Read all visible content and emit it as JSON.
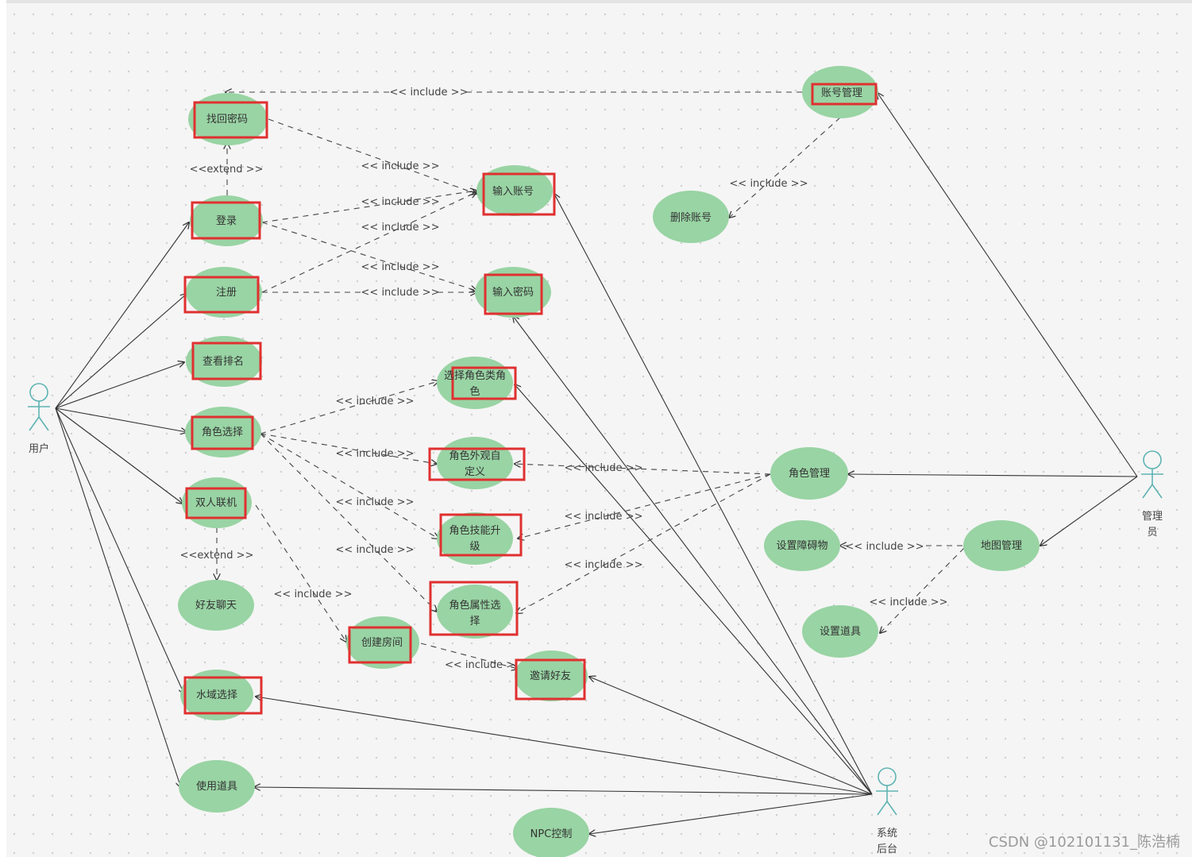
{
  "colors": {
    "usecase_fill": "#99d4a4",
    "highlight_stroke": "#e03030",
    "line": "#333333",
    "actor": "#5fb3b3"
  },
  "actors": {
    "user": "用户",
    "admin": [
      "管理",
      "员"
    ],
    "system": [
      "系统",
      "后台"
    ]
  },
  "usecases": {
    "find_pw": "找回密码",
    "login": "登录",
    "register": "注册",
    "ranking": "查看排名",
    "role_select": "角色选择",
    "duo": "双人联机",
    "friend_chat": "好友聊天",
    "water_select": "水域选择",
    "use_item": "使用道具",
    "input_account": "输入账号",
    "input_pw": "输入密码",
    "role_type": [
      "选择角色类角",
      "色"
    ],
    "role_custom": [
      "角色外观自",
      "定义"
    ],
    "role_skill": [
      "角色技能升",
      "级"
    ],
    "role_attr": [
      "角色属性选",
      "择"
    ],
    "create_room": "创建房间",
    "invite_friend": "邀请好友",
    "npc_control": "NPC控制",
    "account_mgmt": "账号管理",
    "delete_account": "删除账号",
    "role_mgmt": "角色管理",
    "map_mgmt": "地图管理",
    "set_obstacle": "设置障碍物",
    "set_item": "设置道具"
  },
  "relations": {
    "include": "<< include >>",
    "include_right": "<< include >",
    "extend": "<<extend >>"
  },
  "watermark": "CSDN @102101131_陈浩楠"
}
